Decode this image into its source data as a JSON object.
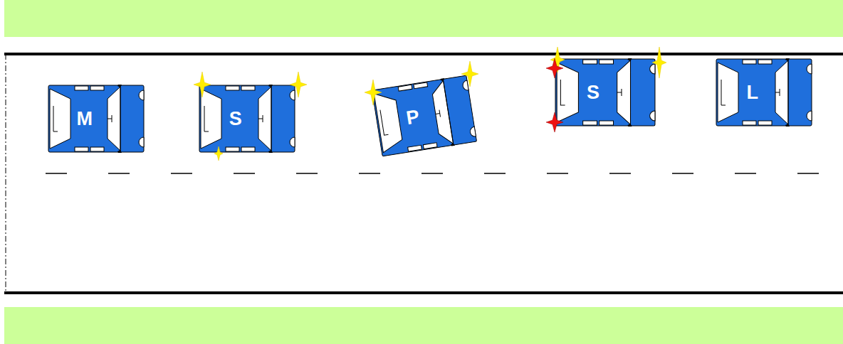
{
  "diagram": {
    "nodes": [
      {
        "text": [
          "M"
        ]
      },
      {
        "text": [
          "S"
        ]
      },
      {
        "text": [
          "P"
        ]
      },
      {
        "text": [
          "S"
        ]
      },
      {
        "text": [
          "L"
        ]
      }
    ]
  }
}
